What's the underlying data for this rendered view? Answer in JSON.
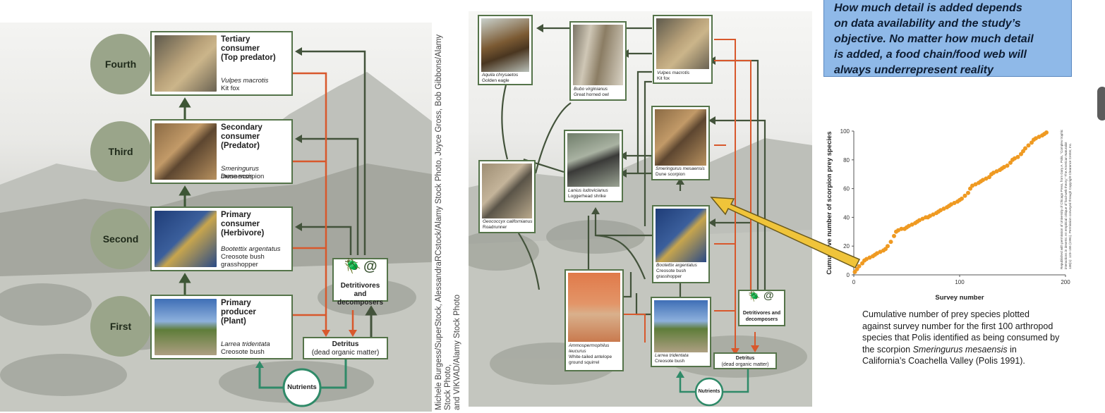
{
  "left_food_chain": {
    "levels": [
      "Fourth",
      "Third",
      "Second",
      "First"
    ],
    "cards": [
      {
        "role": [
          "Tertiary",
          "consumer",
          "(Top predator)"
        ],
        "scientific": "Vulpes macrotis",
        "common": [
          "Kit fox"
        ]
      },
      {
        "role": [
          "Secondary",
          "consumer",
          "(Predator)"
        ],
        "scientific": "Smeringurus mesaensis",
        "common": [
          "Dune scorpion"
        ]
      },
      {
        "role": [
          "Primary",
          "consumer",
          "(Herbivore)"
        ],
        "scientific": "Bootettix argentatus",
        "common": [
          "Creosote bush",
          "grasshopper"
        ]
      },
      {
        "role": [
          "Primary",
          "producer",
          "(Plant)"
        ],
        "scientific": "Larrea tridentata",
        "common": [
          "Creosote bush"
        ]
      }
    ],
    "detritivores": [
      "Detritivores and",
      "decomposers"
    ],
    "detritus": [
      "Detritus",
      "(dead organic matter)"
    ],
    "nutrients": "Nutrients"
  },
  "photo_credit": [
    "Michele Burgess/SuperStock, AlessandraRCstock/Alamy Stock Photo, Joyce Gross, Bob Gibbons/Alamy Stock Photo,",
    "and VIKVAD/Alamy Stock Photo"
  ],
  "right_food_web": {
    "cards": [
      {
        "scientific": "Aquila chrysaetos",
        "common": [
          "Golden eagle"
        ]
      },
      {
        "scientific": "Bubo virginianus",
        "common": [
          "Great horned owl"
        ]
      },
      {
        "scientific": "Vulpes macrotis",
        "common": [
          "Kit fox"
        ]
      },
      {
        "scientific": "Lanius ludovicianus",
        "common": [
          "Loggerhead shrike"
        ]
      },
      {
        "scientific": "Smeringurus mesaensis",
        "common": [
          "Dune scorpion"
        ]
      },
      {
        "scientific": "Geococcyx californianus",
        "common": [
          "Roadrunner"
        ]
      },
      {
        "scientific": "Bootettix argentatus",
        "common": [
          "Creosote bush",
          "grasshopper"
        ]
      },
      {
        "scientific": "Ammospermophilus leucurus",
        "common": [
          "White-tailed antelope",
          "ground squirrel"
        ]
      },
      {
        "scientific": "Larrea tridentata",
        "common": [
          "Creosote bush"
        ]
      }
    ],
    "detritivores": [
      "Detritivores and",
      "decomposers"
    ],
    "detritus": [
      "Detritus",
      "(dead organic matter)"
    ],
    "nutrients": "Nutrients"
  },
  "callout": {
    "lines": [
      "How much detail is added depends",
      "on data availability and the study’s",
      "objective. No matter how much detail",
      "is added, a food chain/food web will",
      "always underrepresent reality"
    ]
  },
  "chart_data": {
    "type": "scatter",
    "title": "",
    "xlabel": "Survey number",
    "ylabel": "Cumulative number of scorpion prey species",
    "xlim": [
      0,
      200
    ],
    "ylim": [
      0,
      100
    ],
    "xticks": [
      "0",
      "100",
      "200"
    ],
    "yticks": [
      "0",
      "20",
      "40",
      "60",
      "80",
      "100"
    ],
    "grid": false,
    "color": "#ef9a22",
    "x": [
      1,
      3,
      5,
      8,
      10,
      12,
      15,
      18,
      20,
      22,
      25,
      28,
      30,
      32,
      35,
      38,
      40,
      42,
      45,
      48,
      50,
      52,
      55,
      58,
      60,
      62,
      65,
      68,
      70,
      72,
      75,
      78,
      80,
      82,
      85,
      88,
      90,
      92,
      95,
      98,
      100,
      102,
      105,
      108,
      110,
      112,
      115,
      118,
      120,
      122,
      125,
      128,
      130,
      132,
      135,
      138,
      140,
      142,
      145,
      148,
      150,
      152,
      155,
      158,
      160,
      162,
      165,
      168,
      170,
      172,
      175,
      178,
      180,
      182
    ],
    "y": [
      2,
      4,
      6,
      8,
      10,
      11,
      12,
      13,
      14,
      15,
      16,
      17,
      18,
      20,
      23,
      27,
      30,
      31,
      32,
      32,
      33,
      34,
      35,
      36,
      37,
      38,
      39,
      40,
      40,
      41,
      42,
      43,
      44,
      45,
      46,
      47,
      48,
      49,
      50,
      51,
      52,
      53,
      55,
      57,
      60,
      62,
      63,
      64,
      65,
      66,
      67,
      68,
      70,
      71,
      72,
      73,
      74,
      75,
      76,
      78,
      80,
      81,
      82,
      84,
      86,
      88,
      90,
      92,
      94,
      95,
      96,
      97,
      98,
      99
    ],
    "side_text": [
      "Republished with permission of University of Chicago Press, from Gary A. Polis, \"Complex trophic",
      "interactions in deserts: An empirical critique of food-web theory,\" The American Naturalist",
      "138(1): 123–155 (1991). Permission conveyed through Copyright Clearance Center, Inc."
    ]
  },
  "caption": {
    "line1": "Cumulative number of prey species plotted",
    "line2": "against survey number for the first 100 arthropod",
    "line3": "species that Polis identified as being consumed by",
    "line4_pre": "the scorpion ",
    "line4_italic": "Smeringurus mesaensis",
    "line4_post": " in",
    "line5": "California’s Coachella Valley (Polis 1991)."
  }
}
